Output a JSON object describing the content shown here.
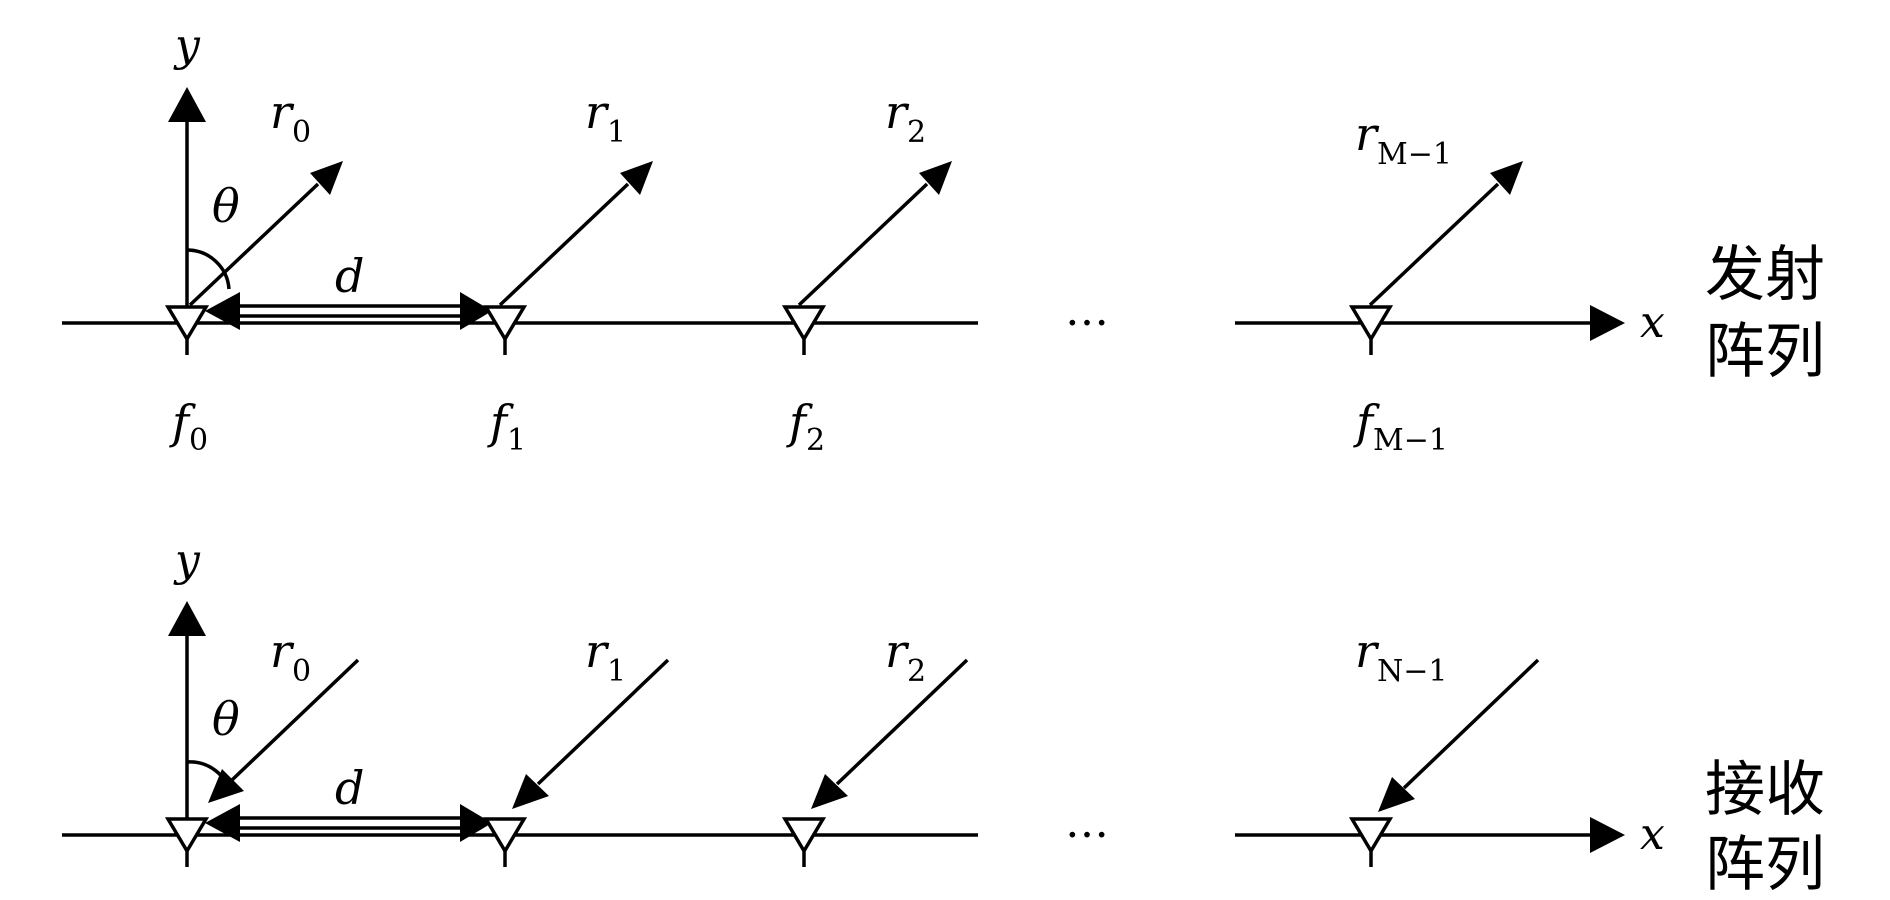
{
  "colors": {
    "ink": "#000000",
    "background": "#ffffff"
  },
  "transmit": {
    "array_label_line1": "发射",
    "array_label_line2": "阵列",
    "y_label": "y",
    "x_label": "x",
    "theta_label": "θ",
    "d_label": "d",
    "ellipsis": "…",
    "elements": [
      {
        "ray": "r",
        "ray_sub": "0",
        "freq": "f",
        "freq_sub": "0"
      },
      {
        "ray": "r",
        "ray_sub": "1",
        "freq": "f",
        "freq_sub": "1"
      },
      {
        "ray": "r",
        "ray_sub": "2",
        "freq": "f",
        "freq_sub": "2"
      },
      {
        "ray": "r",
        "ray_sub": "M−1",
        "freq": "f",
        "freq_sub": "M−1"
      }
    ]
  },
  "receive": {
    "array_label_line1": "接收",
    "array_label_line2": "阵列",
    "y_label": "y",
    "x_label": "x",
    "theta_label": "θ",
    "d_label": "d",
    "ellipsis": "…",
    "elements": [
      {
        "ray": "r",
        "ray_sub": "0"
      },
      {
        "ray": "r",
        "ray_sub": "1"
      },
      {
        "ray": "r",
        "ray_sub": "2"
      },
      {
        "ray": "r",
        "ray_sub": "N−1"
      }
    ]
  }
}
